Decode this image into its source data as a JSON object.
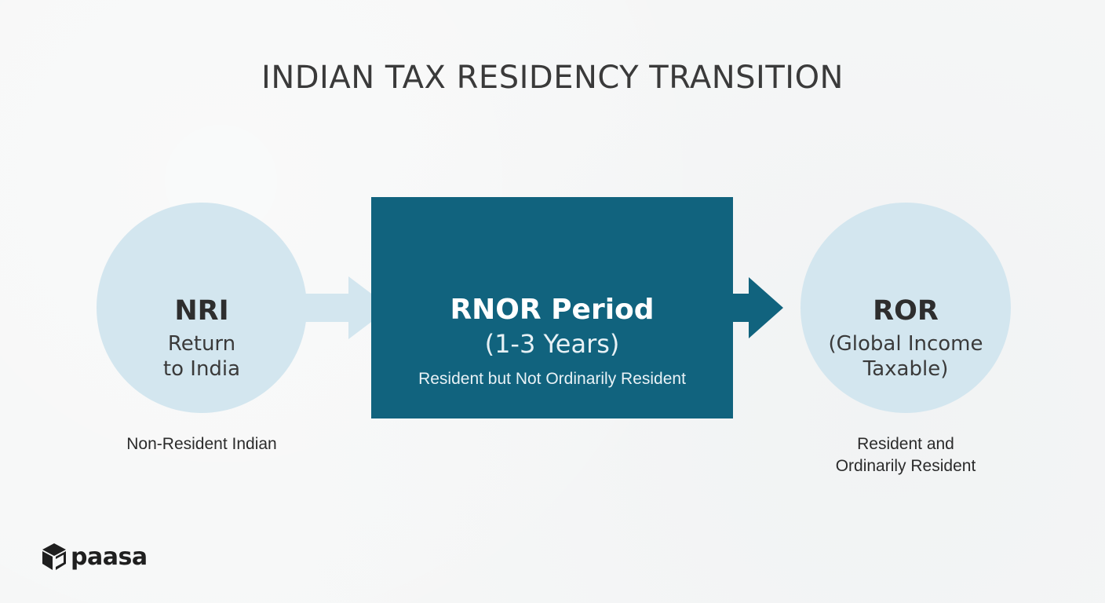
{
  "title": "INDIAN TAX RESIDENCY TRANSITION",
  "nodes": {
    "nri": {
      "heading": "NRI",
      "line1": "Return",
      "line2": "to India",
      "caption": "Non-Resident Indian"
    },
    "rnor": {
      "heading": "RNOR Period",
      "subheading": "(1-3 Years)",
      "description": "Resident but Not Ordinarily Resident"
    },
    "ror": {
      "heading": "ROR",
      "line1": "(Global Income",
      "line2": "Taxable)",
      "caption_line1": "Resident and",
      "caption_line2": "Ordinarily Resident"
    }
  },
  "colors": {
    "circle_fill": "#d3e6ef",
    "box_fill": "#11637e",
    "arrow_light": "#d3e6ef",
    "arrow_dark": "#11637e",
    "background": "#f6f7f7"
  },
  "logo": {
    "text": "paasa",
    "icon": "cube-icon"
  }
}
